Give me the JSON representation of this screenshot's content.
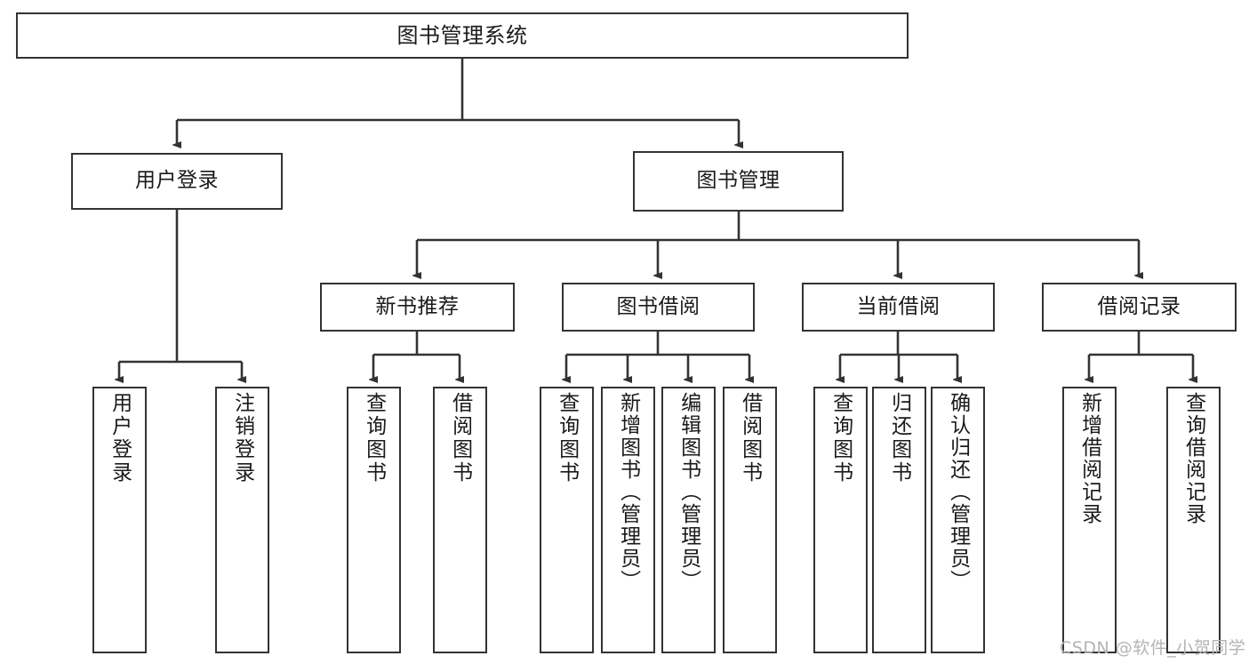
{
  "diagram": {
    "title": "图书管理系统",
    "type": "tree-hierarchy",
    "watermark": "CSDN @软件_小贺同学",
    "colors": {
      "background": "#ffffff",
      "node_border": "#333333",
      "node_fill": "#ffffff",
      "text": "#1a1a1a",
      "edge": "#333333",
      "watermark": "#b4b4b4"
    }
  },
  "nodes": {
    "root": {
      "label": "图书管理系统"
    },
    "level1": [
      {
        "label": "用户登录"
      },
      {
        "label": "图书管理"
      }
    ],
    "level2": [
      {
        "label": "新书推荐"
      },
      {
        "label": "图书借阅"
      },
      {
        "label": "当前借阅"
      },
      {
        "label": "借阅记录"
      }
    ],
    "leaves": {
      "user_login": [
        {
          "label": "用户登录"
        },
        {
          "label": "注销登录"
        }
      ],
      "new_book_recommend": [
        {
          "label": "查询图书"
        },
        {
          "label": "借阅图书"
        }
      ],
      "book_borrow": [
        {
          "label": "查询图书"
        },
        {
          "label": "新增图书（管理员）"
        },
        {
          "label": "编辑图书（管理员）"
        },
        {
          "label": "借阅图书"
        }
      ],
      "current_borrow": [
        {
          "label": "查询图书"
        },
        {
          "label": "归还图书"
        },
        {
          "label": "确认归还（管理员）"
        }
      ],
      "borrow_record": [
        {
          "label": "新增借阅记录"
        },
        {
          "label": "查询借阅记录"
        }
      ]
    }
  }
}
